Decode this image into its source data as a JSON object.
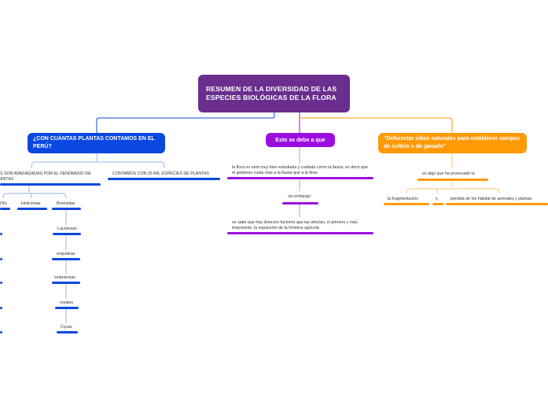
{
  "root": {
    "title": "RESUMEN DE LA DIVERSIDAD DE LAS  ESPECIES BIOLÓGICAS DE LA FLORA"
  },
  "branches": {
    "blue": {
      "label": "¿CON CUÁNTAS PLANTAS CONTAMOS EN EL PERÚ?",
      "children": {
        "threatened": "S SON AMENAZADAS POR EL FENOMENO DE ANTAS",
        "count": "CONTAMOS CON 25 MIL ESPECIES DE PLANTAS"
      },
      "families": [
        "ON:",
        "Heliconias",
        "Bromelias"
      ],
      "bromelias_chain": [
        "Lauráceas",
        "orquídeas",
        "solanáceas",
        "rosales",
        "Cycas"
      ]
    },
    "purple": {
      "label": "Esto se debe a que",
      "texts": [
        "la flora no esta muy bien estudiada y cuidada como la fauna, es decir que el gobierno cuida mas a la fauna que a la flora",
        "sin embargo",
        "se sabe que hay diversos factores que las afectan, el primero y más importante, la expansión de la frontera agrícola."
      ]
    },
    "orange": {
      "label": "\"Deforestar sitios naturales para establecer campos de cultivo o de ganado\"",
      "sub": "es algo que ha provocado la",
      "children": [
        "la fragmentación",
        "y",
        "perdida de los hábitat de animales y plantas"
      ]
    }
  },
  "colors": {
    "root": "#6a2f8e",
    "blue": "#0a48e0",
    "purple": "#9a0fe0",
    "orange": "#ff9a05"
  }
}
